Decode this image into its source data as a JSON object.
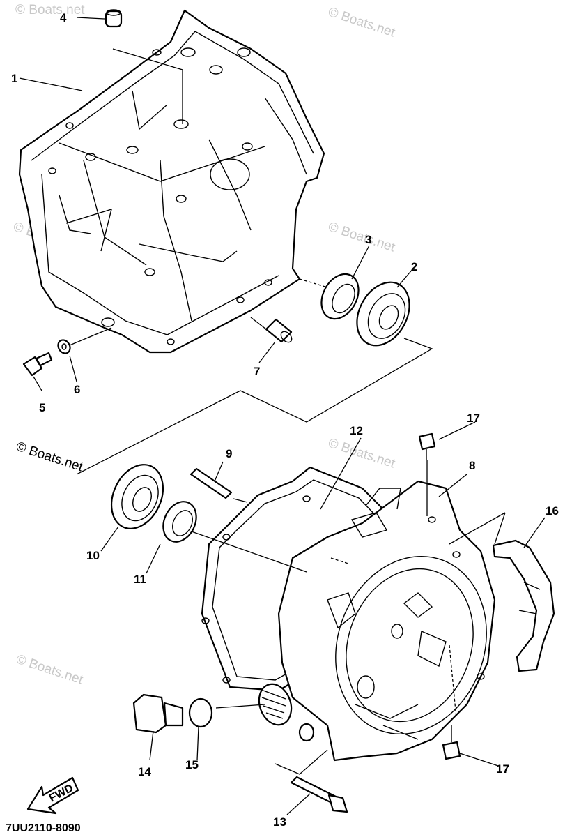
{
  "diagram": {
    "callouts": [
      "1",
      "2",
      "3",
      "4",
      "5",
      "6",
      "7",
      "8",
      "9",
      "10",
      "11",
      "12",
      "13",
      "14",
      "15",
      "16",
      "17",
      "17"
    ],
    "watermark_main": "© Boats.net",
    "watermark_faint": "© Boats.net",
    "fwd_label": "FWD",
    "diagram_code": "7UU2110-8090"
  }
}
